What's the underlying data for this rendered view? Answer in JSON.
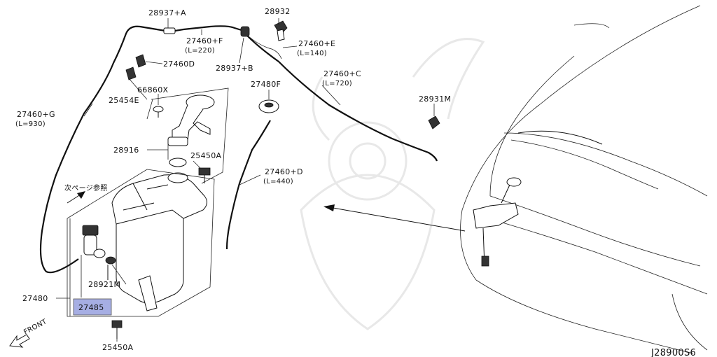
{
  "diagram": {
    "diagram_code": "J28900S6",
    "front_label": "FRONT",
    "next_page_ref": "次ページ参照",
    "highlight_color": "#a6aee3",
    "parts": {
      "p28937A": "28937+A",
      "p28932": "28932",
      "p27460F": "27460+F",
      "p27460F_len": "(L=220)",
      "p27460E": "27460+E",
      "p27460E_len": "(L=140)",
      "p27460D_clip": "27460D",
      "p28937B": "28937+B",
      "p27460C": "27460+C",
      "p27460C_len": "(L=720)",
      "p66860X": "66860X",
      "p25454E": "25454E",
      "p27480F": "27480F",
      "p28931M": "28931M",
      "p27460G": "27460+G",
      "p27460G_len": "(L=930)",
      "p28916": "28916",
      "p25450A_top": "25450A",
      "p27460D": "27460+D",
      "p27460D_len": "(L=440)",
      "p28921M": "28921M",
      "p27480": "27480",
      "p27485": "27485",
      "p25450A_bottom": "25450A"
    }
  }
}
